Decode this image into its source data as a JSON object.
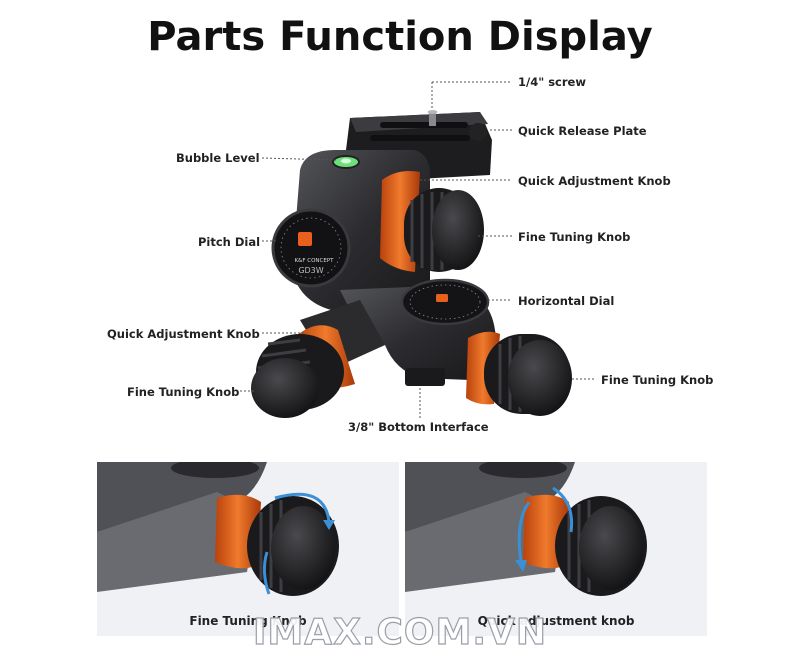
{
  "title": "Parts Function Display",
  "labels": {
    "screw": "1/4\" screw",
    "quick_release_plate": "Quick Release Plate",
    "bubble_level": "Bubble Level",
    "quick_adjustment_knob_top": "Quick Adjustment Knob",
    "pitch_dial": "Pitch Dial",
    "fine_tuning_knob_top": "Fine Tuning Knob",
    "horizontal_dial": "Horizontal Dial",
    "quick_adjustment_knob_left": "Quick Adjustment Knob",
    "fine_tuning_knob_left": "Fine Tuning Knob",
    "fine_tuning_knob_right": "Fine Tuning Knob",
    "bottom_interface": "3/8\" Bottom Interface"
  },
  "dial_text": {
    "brand_line": "K&F CONCEPT",
    "model": "GD3W"
  },
  "panels": [
    {
      "caption": "Fine Tuning Knob"
    },
    {
      "caption": "Quick adjustment knob"
    }
  ],
  "watermark": "IMAX.COM.VN",
  "colors": {
    "accent": "#e8601c",
    "body": "#2a2a2c",
    "panel_bg": "#f0f1f5",
    "arrow": "#3a8fd6"
  }
}
